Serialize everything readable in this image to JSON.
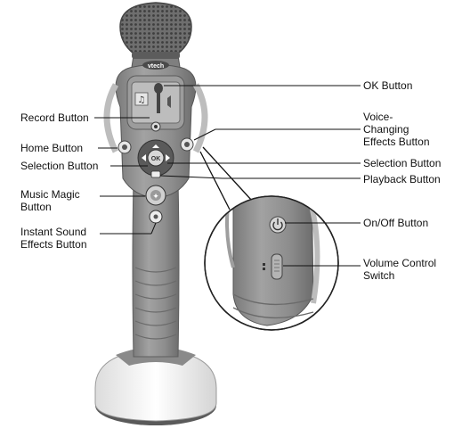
{
  "brand": "vtech",
  "labels": {
    "record_button": "Record Button",
    "home_button": "Home Button",
    "selection_button_left": "Selection Button",
    "music_magic_button": "Music Magic\nButton",
    "instant_sound_effects_button": "Instant Sound\nEffects Button",
    "ok_button": "OK Button",
    "voice_changing_effects_button": "Voice-\nChanging\nEffects Button",
    "selection_button_right": "Selection Button",
    "playback_button": "Playback Button",
    "on_off_button": "On/Off Button",
    "volume_control_switch": "Volume Control\nSwitch"
  },
  "icons": [
    "music-note-icon",
    "microphone-icon",
    "power-icon",
    "home-icon",
    "ok-icon",
    "speaker-icon"
  ],
  "colors": {
    "body": "#8c8c8c",
    "body_dark": "#6f6f6f",
    "base_white": "#f4f4f4",
    "outline": "#3a3a3a",
    "leader": "#111111"
  }
}
